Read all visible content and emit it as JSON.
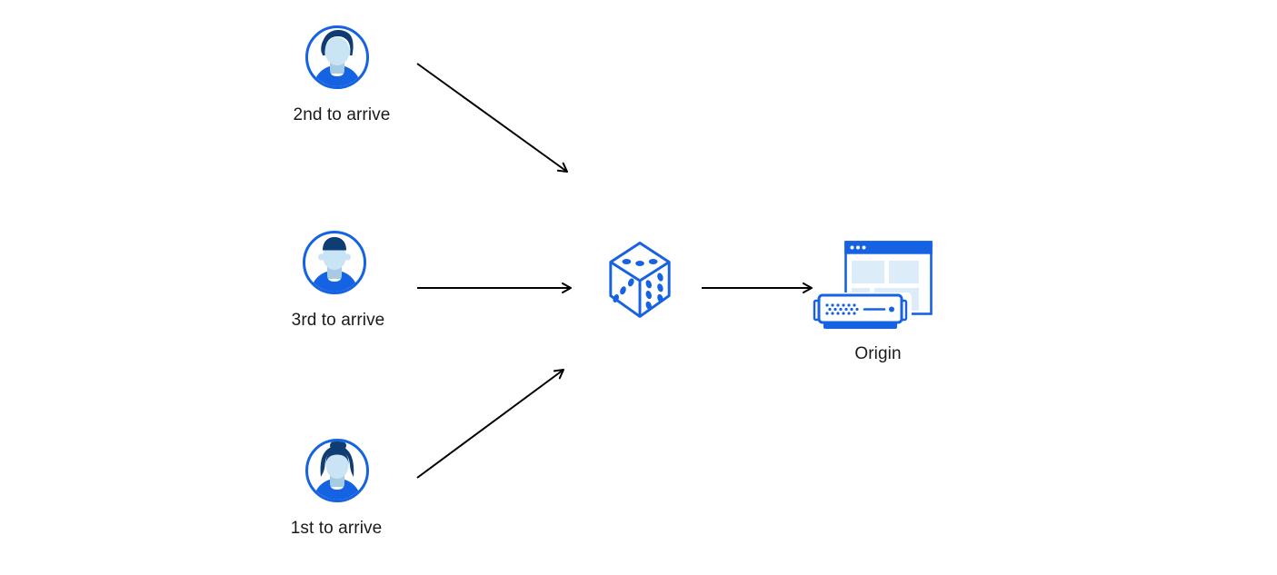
{
  "diagram": {
    "description": "Three visitors send requests through a random dice step to an origin server",
    "visitors": [
      {
        "id": "visitor-2nd",
        "label": "2nd to arrive",
        "avatar_icon": "person-male-swept-hair-icon"
      },
      {
        "id": "visitor-3rd",
        "label": "3rd to arrive",
        "avatar_icon": "person-male-short-hair-icon"
      },
      {
        "id": "visitor-1st",
        "label": "1st to arrive",
        "avatar_icon": "person-female-bun-icon"
      }
    ],
    "randomizer": {
      "icon": "dice-icon",
      "top_face_pips": 3,
      "left_face_pips": 3,
      "right_face_pips": 6
    },
    "origin": {
      "label": "Origin",
      "icon": "browser-and-server-icon"
    },
    "arrows": [
      {
        "name": "arrow-visitor-2nd-to-dice",
        "direction": "diagonal-down-right"
      },
      {
        "name": "arrow-visitor-3rd-to-dice",
        "direction": "horizontal-right"
      },
      {
        "name": "arrow-visitor-1st-to-dice",
        "direction": "diagonal-up-right"
      },
      {
        "name": "arrow-dice-to-origin",
        "direction": "horizontal-right"
      }
    ],
    "colors": {
      "primary_blue": "#1562E2",
      "hair_navy": "#0E3C73",
      "face_light_blue": "#C9E5F5",
      "neck_shade": "#A6CCE5",
      "panel_light_blue": "#DCEDF9",
      "arrow_black": "#000000",
      "label_text": "#1A1A1A",
      "background": "#FFFFFF"
    }
  }
}
